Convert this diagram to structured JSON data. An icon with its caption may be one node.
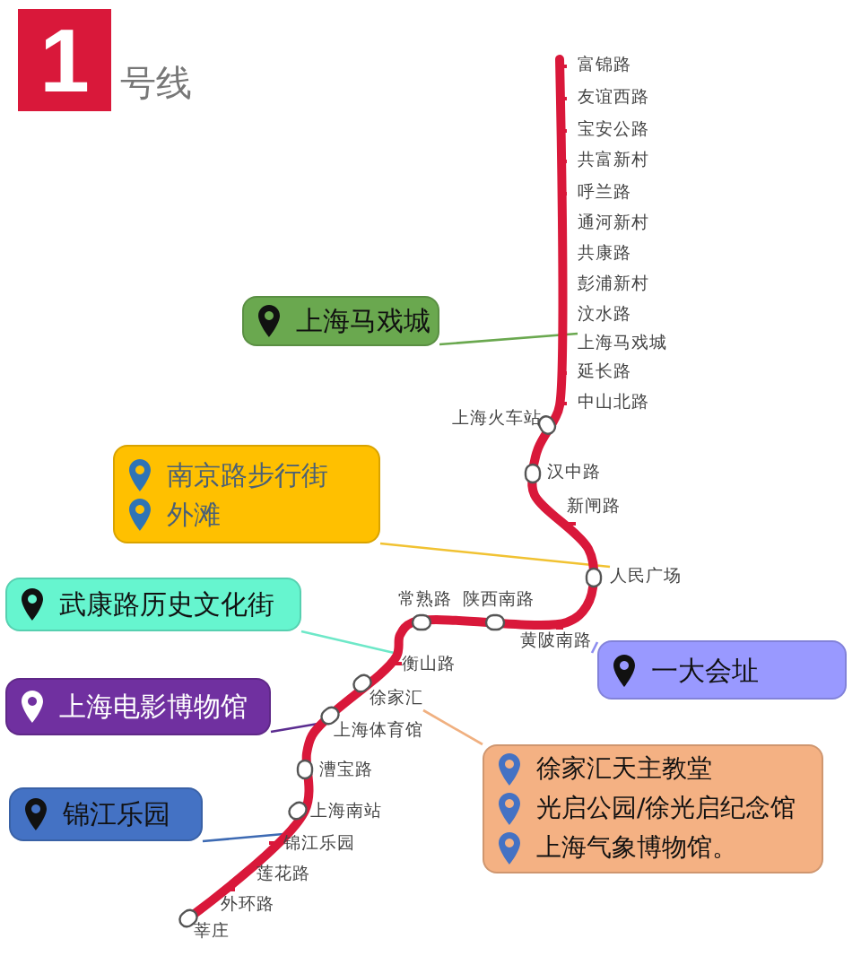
{
  "diagram": {
    "nodes": [
      {
        "text": [
          "上海马戏城"
        ]
      },
      {
        "text": [
          "南京路步行街",
          "外滩"
        ]
      },
      {
        "text": [
          "武康路历史文化街"
        ]
      },
      {
        "text": [
          "一大会址"
        ]
      },
      {
        "text": [
          "上海电影博物馆"
        ]
      },
      {
        "text": [
          "锦江乐园"
        ]
      },
      {
        "text": [
          "徐家汇天主教堂",
          "光启公园/徐光启纪念馆",
          "上海气象博物馆。"
        ]
      },
      {
        "text": [
          "上海马戏城"
        ]
      },
      {
        "text": [
          "人民广场"
        ]
      },
      {
        "text": [
          "黄陂南路"
        ]
      },
      {
        "text": [
          "衡山路"
        ]
      },
      {
        "text": [
          "徐家汇"
        ]
      },
      {
        "text": [
          "上海体育馆"
        ]
      },
      {
        "text": [
          "锦江乐园"
        ]
      }
    ],
    "edges": [
      {
        "from": 0,
        "to": 7,
        "arrow": "none",
        "color": "#6aa84f"
      },
      {
        "from": 1,
        "to": 8,
        "arrow": "none",
        "color": "#f1c232"
      },
      {
        "from": 2,
        "to": 10,
        "arrow": "none",
        "color": "#6ee8c8"
      },
      {
        "from": 3,
        "to": 9,
        "arrow": "none",
        "color": "#8e8ef0"
      },
      {
        "from": 4,
        "to": 12,
        "arrow": "none",
        "color": "#5b2d90"
      },
      {
        "from": 5,
        "to": 13,
        "arrow": "none",
        "color": "#3d6ab3"
      },
      {
        "from": 6,
        "to": 11,
        "arrow": "none",
        "color": "#f0b080"
      }
    ],
    "labels": [
      "1",
      "号线",
      "富锦路",
      "友谊西路",
      "宝安公路",
      "共富新村",
      "呼兰路",
      "通河新村",
      "共康路",
      "彭浦新村",
      "汶水路",
      "延长路",
      "中山北路",
      "上海火车站",
      "汉中路",
      "新闸路",
      "常熟路",
      "陕西南路",
      "漕宝路",
      "上海南站",
      "莲花路",
      "外环路",
      "莘庄"
    ]
  }
}
